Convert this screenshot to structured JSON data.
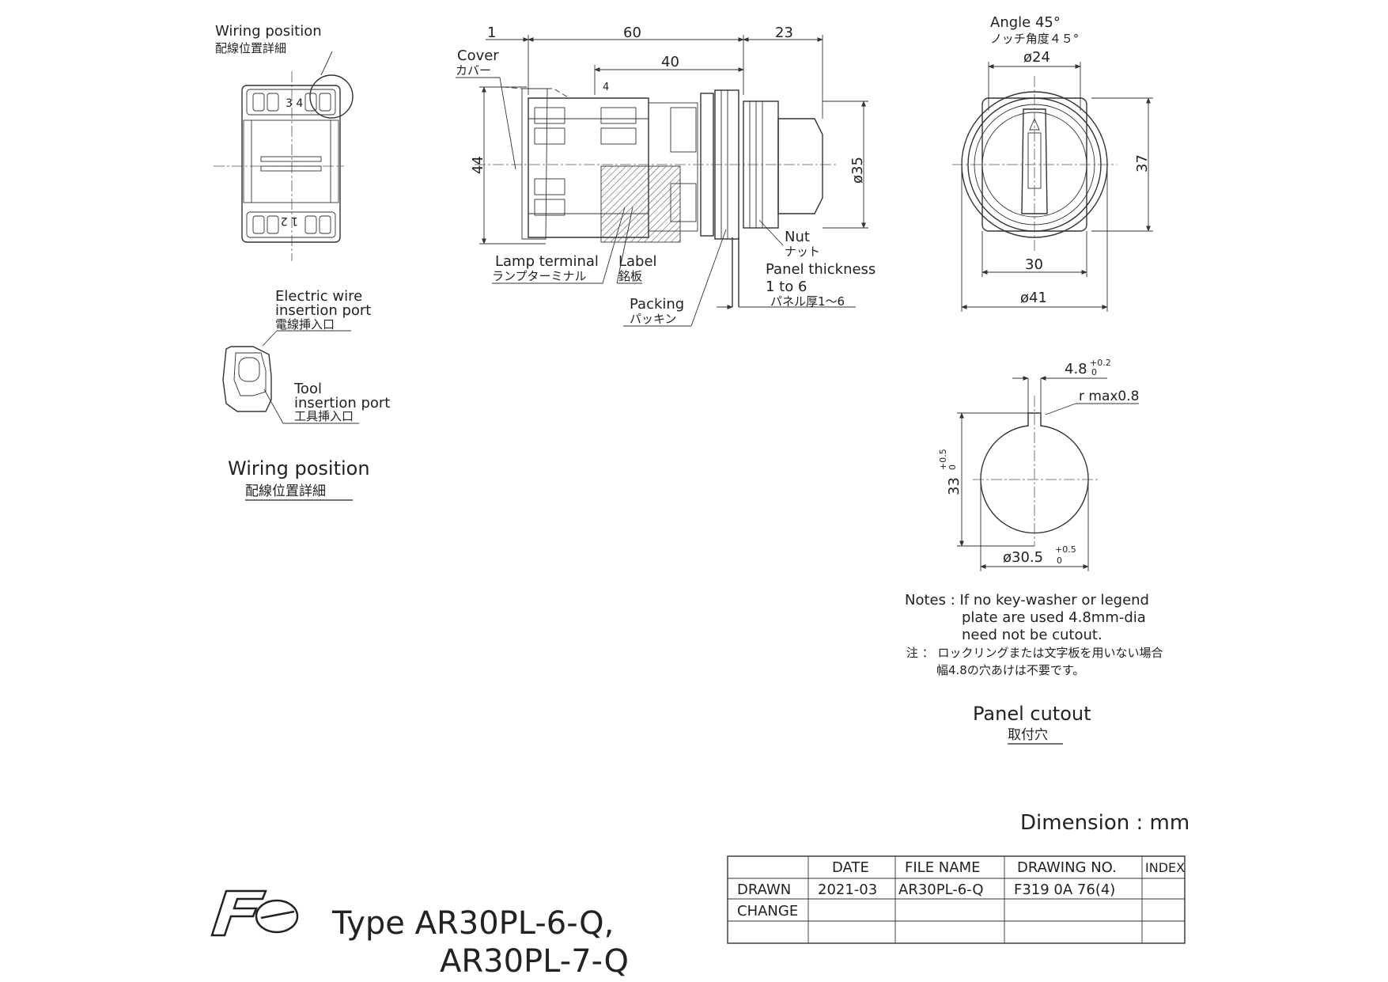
{
  "wiring_detail": {
    "callout_en": "Wiring position",
    "callout_ja": "配線位置詳細",
    "terminals_top": "3 4",
    "terminals_bottom": "1 2",
    "electric_en_1": "Electric wire",
    "electric_en_2": "insertion port",
    "electric_ja": "電線挿入口",
    "tool_en_1": "Tool",
    "tool_en_2": "insertion port",
    "tool_ja": "工具挿入口",
    "caption_en": "Wiring position",
    "caption_ja": "配線位置詳細"
  },
  "side_view": {
    "dim_1": "1",
    "dim_60": "60",
    "dim_23": "23",
    "dim_40": "40",
    "dim_44": "44",
    "dim_35": "ø35",
    "cover_en": "Cover",
    "cover_ja": "カバー",
    "nut_en": "Nut",
    "nut_ja": "ナット",
    "lamp_en": "Lamp terminal",
    "lamp_ja": "ランプターミナル",
    "label_en": "Label",
    "label_ja": "銘板",
    "panel_en_1": "Panel thickness",
    "panel_en_2": "1 to 6",
    "panel_ja": "パネル厚1～6",
    "packing_en": "Packing",
    "packing_ja": "パッキン",
    "terminal_mark": "4"
  },
  "front_view": {
    "angle_en": "Angle 45°",
    "angle_ja": "ノッチ角度４５°",
    "dim_24": "ø24",
    "dim_37": "37",
    "dim_30": "30",
    "dim_41": "ø41"
  },
  "panel_cutout": {
    "key_width": "4.8",
    "key_tol": "+0.2",
    "key_tol_low": "0",
    "rmax": "r max0.8",
    "height": "33",
    "height_tol": "+0.5",
    "height_tol_low": "0",
    "dia": "ø30.5",
    "dia_tol": "+0.5",
    "dia_tol_low": "0",
    "notes_1": "Notes : If no key-washer or legend",
    "notes_2": "plate are used 4.8mm-dia",
    "notes_3": "need not be cutout.",
    "notes_ja_1": "注 ： ロックリングまたは文字板を用いない場合",
    "notes_ja_2": "幅4.8の穴あけは不要です。",
    "caption_en": "Panel cutout",
    "caption_ja": "取付穴"
  },
  "dimension_unit": "Dimension : mm",
  "title_block": {
    "headers": [
      "",
      "DATE",
      "FILE NAME",
      "DRAWING NO.",
      "INDEX"
    ],
    "rows": [
      [
        "DRAWN",
        "2021-03",
        "AR30PL-6-Q",
        "F319 0A 76(4)",
        ""
      ],
      [
        "CHANGE",
        "",
        "",
        "",
        ""
      ],
      [
        "",
        "",
        "",
        "",
        ""
      ]
    ]
  },
  "logo_text": "Fe",
  "type_line_1": "Type AR30PL-6-Q,",
  "type_line_2": "AR30PL-7-Q"
}
